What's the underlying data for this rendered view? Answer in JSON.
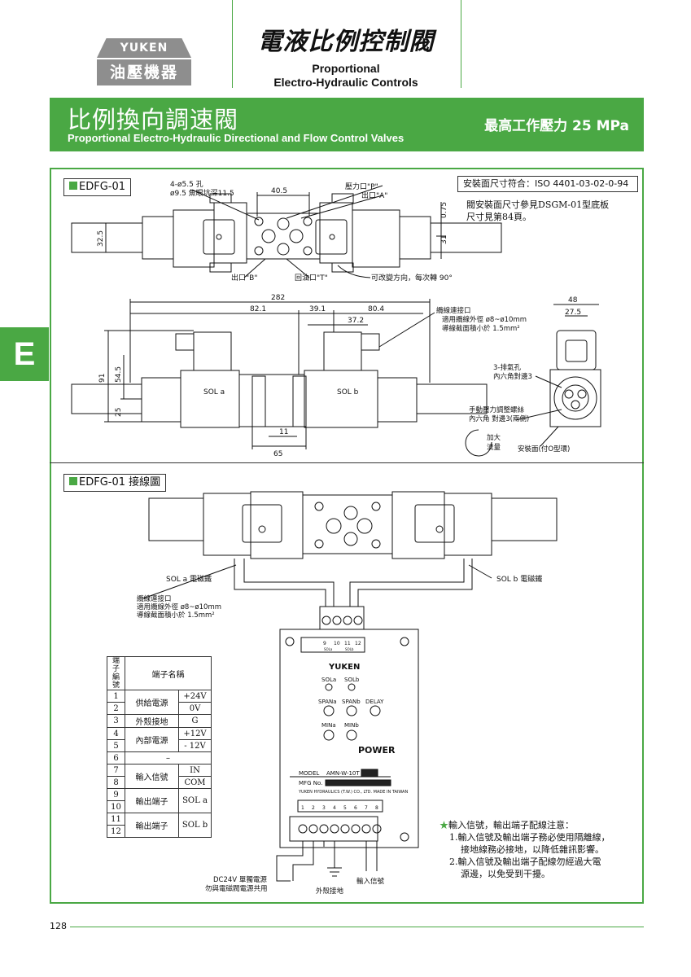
{
  "header": {
    "logo_top": "YUKEN",
    "logo_bottom": "油壓機器",
    "title_cn": "電液比例控制閥",
    "title_en_1": "Proportional",
    "title_en_2": "Electro-Hydraulic Controls"
  },
  "section": {
    "title_cn": "比例換向調速閥",
    "title_en": "Proportional Electro-Hydraulic Directional and Flow Control Valves",
    "pressure": "最高工作壓力  25 MPa",
    "tab": "E"
  },
  "dimensions": {
    "label": "EDFG-01",
    "standard": "安裝面尺寸符合：ISO 4401-03-02-0-94",
    "note_1": "閥安裝面尺寸參見DSGM-01型底板",
    "note_2": "尺寸見第84頁。",
    "hole": "4-ø5.5 孔",
    "counterbore": "ø9.5 魚眼坑深11.5",
    "d40_5": "40.5",
    "port_p": "壓力口\"P\"",
    "port_a": "出口\"A\"",
    "d0_75": "0.75",
    "d31": "31",
    "d32_5": "32.5",
    "port_b": "出口\"B\"",
    "port_t": "回油口\"T\"",
    "turn_note": "可改變方向，每次轉 90°",
    "d282": "282",
    "d82_1": "82.1",
    "d39_1": "39.1",
    "d80_4": "80.4",
    "d37_2": "37.2",
    "d91": "91",
    "d54_5": "54.5",
    "d25": "25",
    "d11": "11",
    "d65": "65",
    "sol_a": "SOL a",
    "sol_b": "SOL b",
    "cable_1": "纜線連接口",
    "cable_2": "適用纜線外徑 ø8~ø10mm",
    "cable_3": "導線截面積小於 1.5mm²",
    "d48": "48",
    "d27_5": "27.5",
    "air_1": "3-排氣孔",
    "air_2": "內六角對邊3",
    "manual_1": "手動壓力調整螺絲",
    "manual_2": "內六角 對邊3(兩側)",
    "increase": "加大",
    "flow": "流量",
    "mount_face": "安裝面(付O型環)"
  },
  "wiring": {
    "label": "EDFG-01 接線圖",
    "sol_a_coil": "SOL a 電磁鐵",
    "sol_b_coil": "SOL b 電磁鐵",
    "cable_1": "纜線連接口",
    "cable_2": "適用纜線外徑 ø8~ø10mm",
    "cable_3": "導線截面積小於 1.5mm²",
    "amp": {
      "top_terms": [
        "9",
        "10",
        "11",
        "12"
      ],
      "sol_small_a": "SOLa",
      "sol_small_b": "SOLb",
      "brand": "YUKEN",
      "led_a": "SOLa",
      "led_b": "SOLb",
      "knob_1": "SPANa",
      "knob_2": "SPANb",
      "knob_3": "DELAY",
      "knob_4": "MINa",
      "knob_5": "MINb",
      "power": "POWER",
      "model_label": "MODEL",
      "model_value": "AMN-W-10T",
      "mfg": "MFG No.",
      "maker": "YUKEN HYDRAULICS (T.W.) CO., LTD.    MADE IN TAIWAN",
      "bottom_terms": [
        "1",
        "2",
        "3",
        "4",
        "5",
        "6",
        "7",
        "8"
      ]
    },
    "dc_1": "DC24V 單獨電源",
    "dc_2": "勿與電磁閥電源共用",
    "ground": "外殼接地",
    "input": "輸入信號"
  },
  "terminal_table": {
    "head_no": "端子編號",
    "head_name": "端子名稱",
    "rows": [
      {
        "no": "1",
        "group": "供給電源",
        "val": "+24V"
      },
      {
        "no": "2",
        "val": "0V"
      },
      {
        "no": "3",
        "group": "外殼接地",
        "val": "G"
      },
      {
        "no": "4",
        "group": "內部電源",
        "val": "+12V"
      },
      {
        "no": "5",
        "val": "- 12V"
      },
      {
        "no": "6",
        "group": "–"
      },
      {
        "no": "7",
        "group": "輸入信號",
        "val": "IN"
      },
      {
        "no": "8",
        "val": "COM"
      },
      {
        "no": "9",
        "group": "輸出端子",
        "val": "SOL a"
      },
      {
        "no": "10"
      },
      {
        "no": "11",
        "group": "輸出端子",
        "val": "SOL b"
      },
      {
        "no": "12"
      }
    ]
  },
  "notes": {
    "title": "輸入信號，輸出端子配線注意：",
    "n1a": "1.輸入信號及輸出端子務必使用隔離線，",
    "n1b": "接地線務必接地，以降低雜訊影響。",
    "n2a": "2.輸入信號及輸出端子配線勿經過大電",
    "n2b": "源邊，以免受到干擾。"
  },
  "page": {
    "number": "128"
  },
  "colors": {
    "accent": "#4aa844"
  }
}
